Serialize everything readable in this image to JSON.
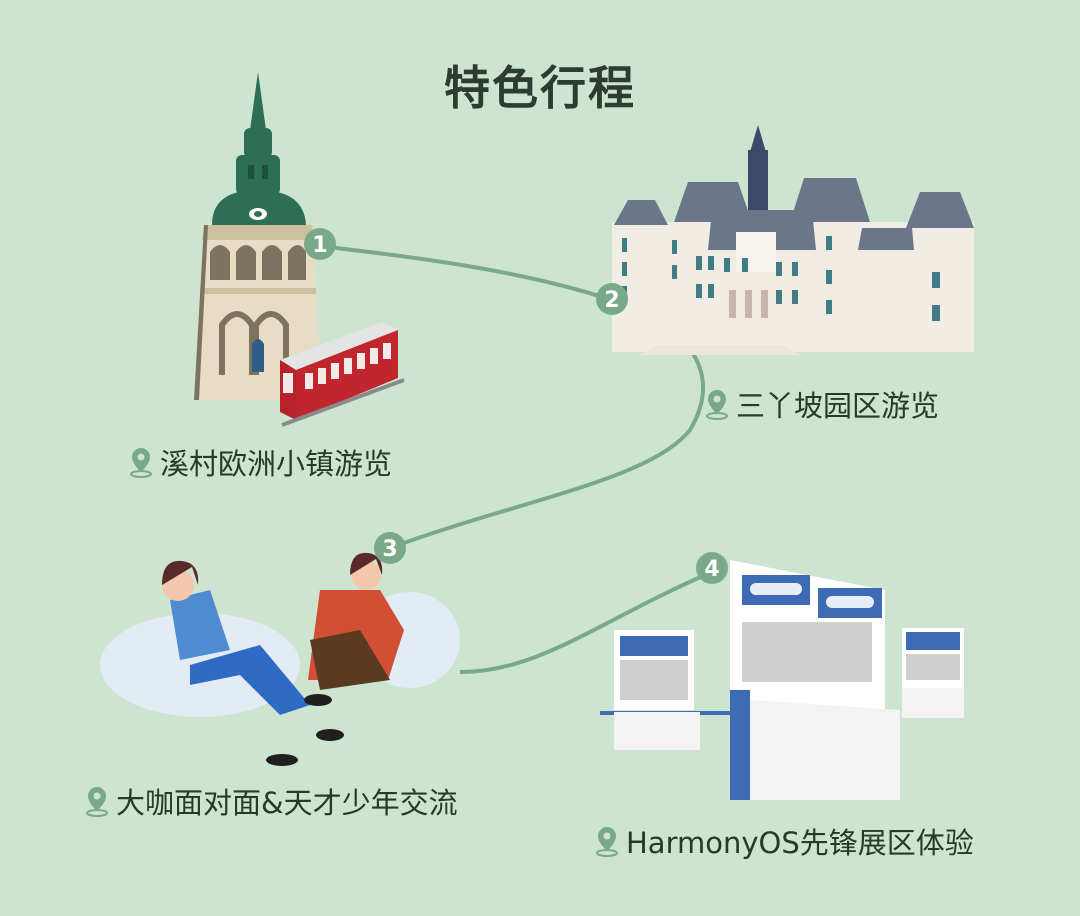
{
  "page": {
    "title": "特色行程",
    "background": "#cde5d0",
    "accent": "#7aa989"
  },
  "stops": [
    {
      "number": "1",
      "label": "溪村欧洲小镇游览",
      "icon": "map-pin-icon",
      "illustration": "clock-tower-and-tram"
    },
    {
      "number": "2",
      "label": "三丫坡园区游览",
      "icon": "map-pin-icon",
      "illustration": "chateau-building"
    },
    {
      "number": "3",
      "label": "大咖面对面&天才少年交流",
      "icon": "map-pin-icon",
      "illustration": "two-people-on-beanbags"
    },
    {
      "number": "4",
      "label": "HarmonyOS先锋展区体验",
      "icon": "map-pin-icon",
      "illustration": "exhibition-booths"
    }
  ]
}
